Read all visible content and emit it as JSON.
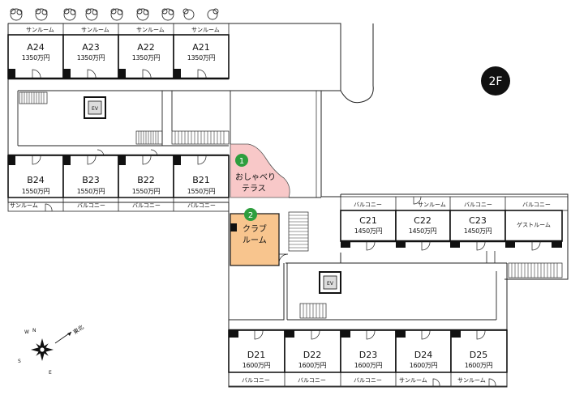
{
  "floor": {
    "label": "2F"
  },
  "units": {
    "A24": {
      "name": "A24",
      "price": "1350万円"
    },
    "A23": {
      "name": "A23",
      "price": "1350万円"
    },
    "A22": {
      "name": "A22",
      "price": "1350万円"
    },
    "A21": {
      "name": "A21",
      "price": "1350万円"
    },
    "B24": {
      "name": "B24",
      "price": "1550万円"
    },
    "B23": {
      "name": "B23",
      "price": "1550万円"
    },
    "B22": {
      "name": "B22",
      "price": "1550万円"
    },
    "B21": {
      "name": "B21",
      "price": "1550万円"
    },
    "C21": {
      "name": "C21",
      "price": "1450万円"
    },
    "C22": {
      "name": "C22",
      "price": "1450万円"
    },
    "C23": {
      "name": "C23",
      "price": "1450万円"
    },
    "D21": {
      "name": "D21",
      "price": "1600万円"
    },
    "D22": {
      "name": "D22",
      "price": "1600万円"
    },
    "D23": {
      "name": "D23",
      "price": "1600万円"
    },
    "D24": {
      "name": "D24",
      "price": "1600万円"
    },
    "D25": {
      "name": "D25",
      "price": "1600万円"
    }
  },
  "labels": {
    "sunroom": "サンルーム",
    "balcony": "バルコニー",
    "guestroom": "ゲストルーム",
    "elevator": "EV"
  },
  "facilities": {
    "terrace": {
      "number": "1",
      "line1": "おしゃべり",
      "line2": "テラス"
    },
    "club": {
      "number": "2",
      "line1": "クラブ",
      "line2": "ルーム"
    }
  },
  "compass": {
    "n": "N",
    "e": "E",
    "s": "S",
    "w": "W",
    "northeast": "東北"
  },
  "colors": {
    "terrace_fill": "#f8c8c8",
    "club_fill": "#f8c58e",
    "badge_green": "#2e9e3e",
    "floor_badge": "#111111"
  }
}
